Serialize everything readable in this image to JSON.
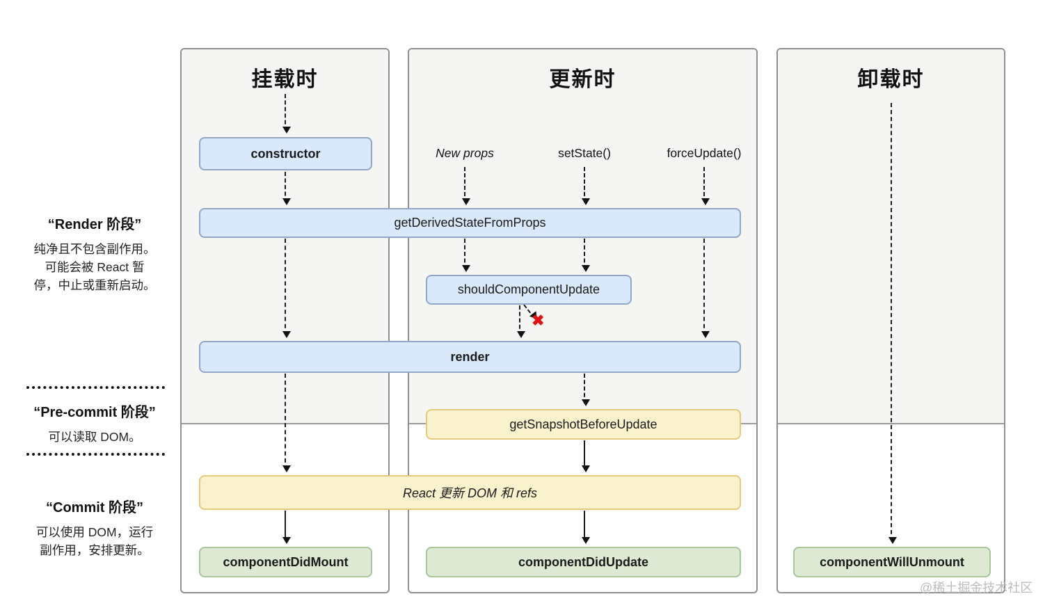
{
  "columns": [
    {
      "title": "挂载时"
    },
    {
      "title": "更新时"
    },
    {
      "title": "卸载时"
    }
  ],
  "sidebar": {
    "render_phase": {
      "title": "“Render 阶段”",
      "lines": [
        "纯净且不包含副作用。",
        "可能会被 React 暂",
        "停，中止或重新启动。"
      ]
    },
    "pre_commit_phase": {
      "title": "“Pre-commit 阶段”",
      "lines": [
        "可以读取 DOM。"
      ]
    },
    "commit_phase": {
      "title": "“Commit 阶段”",
      "lines": [
        "可以使用 DOM，运行",
        "副作用，安排更新。"
      ]
    }
  },
  "triggers": {
    "new_props": "New props",
    "set_state": "setState()",
    "force_update": "forceUpdate()"
  },
  "nodes": {
    "constructor": "constructor",
    "get_derived_state_from_props": "getDerivedStateFromProps",
    "should_component_update": "shouldComponentUpdate",
    "render": "render",
    "get_snapshot_before_update": "getSnapshotBeforeUpdate",
    "react_updates_dom": "React 更新 DOM 和 refs",
    "component_did_mount": "componentDidMount",
    "component_did_update": "componentDidUpdate",
    "component_will_unmount": "componentWillUnmount"
  },
  "icons": {
    "skip_update_x": "✖"
  },
  "watermark": "@稀土掘金技术社区",
  "colors": {
    "node_blue_fill": "#d9e8fb",
    "node_blue_border": "#91a7c8",
    "node_yellow_fill": "#faf1cd",
    "node_yellow_border": "#e4c97e",
    "node_green_fill": "#dde9d3",
    "node_green_border": "#a9c59b",
    "panel_gray": "#f5f5f4",
    "error_red": "#e01414"
  }
}
